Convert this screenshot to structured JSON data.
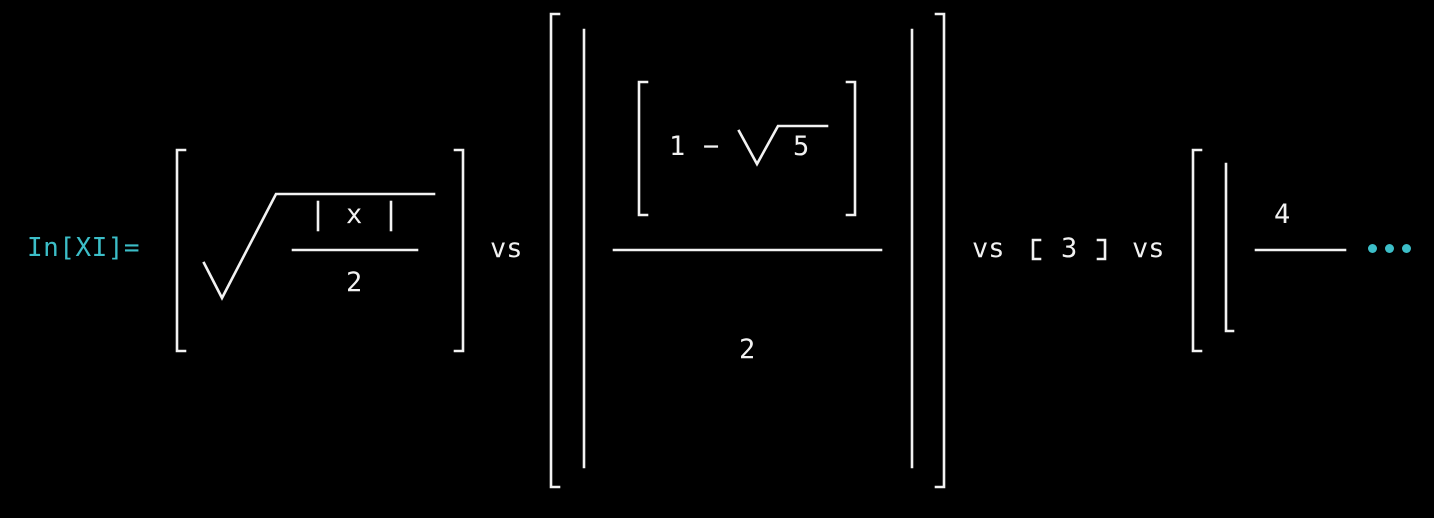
{
  "cell": {
    "prompt_label": "In[XI]=",
    "ellipsis_label": "…"
  },
  "expr": {
    "term1": {
      "numerator": "x",
      "denominator": "2"
    },
    "separator": "vs",
    "term2": {
      "numerator_left": "1",
      "numerator_operator": "−",
      "numerator_radicand": "5",
      "denominator": "2"
    },
    "term3": {
      "value": "3"
    },
    "term4": {
      "numerator": "4"
    }
  },
  "colors": {
    "background": "#000000",
    "text": "#f2f2f2",
    "accent": "#3cbec8"
  }
}
